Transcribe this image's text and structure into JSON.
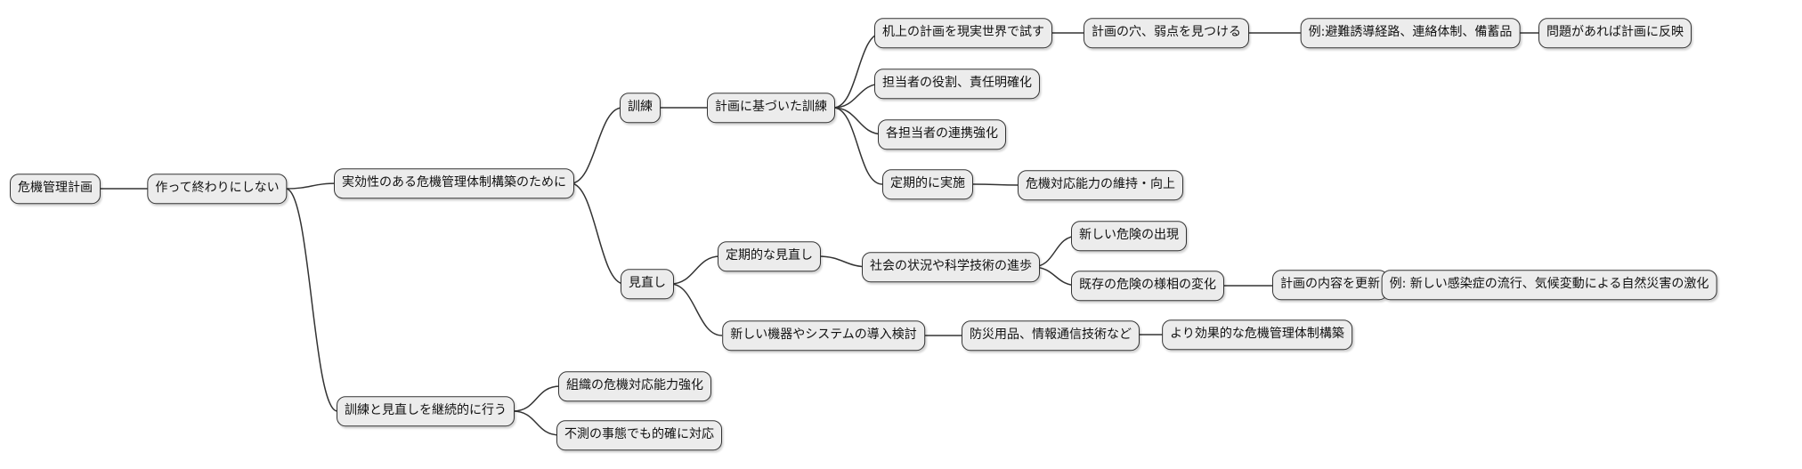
{
  "diagram": {
    "type": "mindmap",
    "direction": "left-to-right",
    "colors": {
      "background": "#ffffff",
      "node_fill": "#ececec",
      "node_border": "#333333",
      "edge": "#333333",
      "text": "#111111"
    },
    "nodes": [
      {
        "id": "n0",
        "label": "危機管理計画"
      },
      {
        "id": "n1",
        "label": "作って終わりにしない"
      },
      {
        "id": "n2",
        "label": "実効性のある危機管理体制構築のために"
      },
      {
        "id": "n3",
        "label": "訓練"
      },
      {
        "id": "n4",
        "label": "計画に基づいた訓練"
      },
      {
        "id": "n5",
        "label": "机上の計画を現実世界で試す"
      },
      {
        "id": "n6",
        "label": "計画の穴、弱点を見つける"
      },
      {
        "id": "n7",
        "label": "例:避難誘導経路、連絡体制、備蓄品"
      },
      {
        "id": "n8",
        "label": "問題があれば計画に反映"
      },
      {
        "id": "n9",
        "label": "担当者の役割、責任明確化"
      },
      {
        "id": "n10",
        "label": "各担当者の連携強化"
      },
      {
        "id": "n11",
        "label": "定期的に実施"
      },
      {
        "id": "n12",
        "label": "危機対応能力の維持・向上"
      },
      {
        "id": "n13",
        "label": "見直し"
      },
      {
        "id": "n14",
        "label": "定期的な見直し"
      },
      {
        "id": "n15",
        "label": "社会の状況や科学技術の進歩"
      },
      {
        "id": "n16",
        "label": "新しい危険の出現"
      },
      {
        "id": "n17",
        "label": "既存の危険の様相の変化"
      },
      {
        "id": "n18",
        "label": "計画の内容を更新"
      },
      {
        "id": "n19",
        "label": "例: 新しい感染症の流行、気候変動による自然災害の激化"
      },
      {
        "id": "n20",
        "label": "新しい機器やシステムの導入検討"
      },
      {
        "id": "n21",
        "label": "防災用品、情報通信技術など"
      },
      {
        "id": "n22",
        "label": "より効果的な危機管理体制構築"
      },
      {
        "id": "n23",
        "label": "訓練と見直しを継続的に行う"
      },
      {
        "id": "n24",
        "label": "組織の危機対応能力強化"
      },
      {
        "id": "n25",
        "label": "不測の事態でも的確に対応"
      }
    ],
    "edges": [
      [
        "n0",
        "n1"
      ],
      [
        "n1",
        "n2"
      ],
      [
        "n1",
        "n23"
      ],
      [
        "n2",
        "n3"
      ],
      [
        "n2",
        "n13"
      ],
      [
        "n3",
        "n4"
      ],
      [
        "n4",
        "n5"
      ],
      [
        "n4",
        "n9"
      ],
      [
        "n4",
        "n10"
      ],
      [
        "n4",
        "n11"
      ],
      [
        "n5",
        "n6"
      ],
      [
        "n6",
        "n7"
      ],
      [
        "n7",
        "n8"
      ],
      [
        "n11",
        "n12"
      ],
      [
        "n13",
        "n14"
      ],
      [
        "n13",
        "n20"
      ],
      [
        "n14",
        "n15"
      ],
      [
        "n15",
        "n16"
      ],
      [
        "n15",
        "n17"
      ],
      [
        "n17",
        "n18"
      ],
      [
        "n18",
        "n19"
      ],
      [
        "n20",
        "n21"
      ],
      [
        "n21",
        "n22"
      ],
      [
        "n23",
        "n24"
      ],
      [
        "n23",
        "n25"
      ]
    ]
  }
}
